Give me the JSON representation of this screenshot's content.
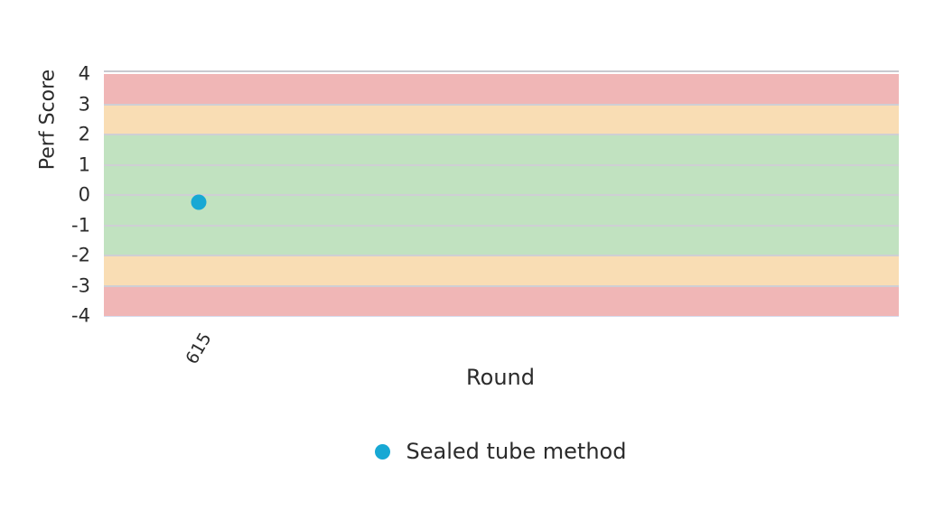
{
  "chart_data": {
    "type": "scatter",
    "title": "",
    "xlabel": "Round",
    "ylabel": "Perf Score",
    "x": [
      "615"
    ],
    "xtick_labels": [
      "615"
    ],
    "xtick_rotation": -60,
    "ytick_labels": [
      "4",
      "3",
      "2",
      "1",
      "0",
      "-1",
      "-2",
      "-3",
      "-4"
    ],
    "ytick_values": [
      4,
      3,
      2,
      1,
      0,
      -1,
      -2,
      -3,
      -4
    ],
    "ylim": [
      -4,
      4
    ],
    "grid": true,
    "legend_position": "bottom-center",
    "series": [
      {
        "name": "Sealed tube method",
        "marker": "circle",
        "color": "#17a8d4",
        "x": [
          "615"
        ],
        "values": [
          -0.25
        ]
      }
    ],
    "zones": [
      {
        "name": "upper-critical",
        "from": 3,
        "to": 4,
        "color": "#f0b6b6"
      },
      {
        "name": "upper-warning",
        "from": 2,
        "to": 3,
        "color": "#f9ddb4"
      },
      {
        "name": "acceptable",
        "from": -2,
        "to": 2,
        "color": "#c1e2c0"
      },
      {
        "name": "lower-warning",
        "from": -3,
        "to": -2,
        "color": "#f9ddb4"
      },
      {
        "name": "lower-critical",
        "from": -4,
        "to": -3,
        "color": "#f0b6b6"
      }
    ],
    "gridline_color": "#cfcfd4",
    "background_color": "#ffffff",
    "text_color": "#2b2b2b"
  },
  "legend": {
    "items": [
      {
        "label": "Sealed tube method",
        "color": "#17a8d4"
      }
    ]
  },
  "axes": {
    "y_title": "Perf Score",
    "x_title": "Round"
  }
}
